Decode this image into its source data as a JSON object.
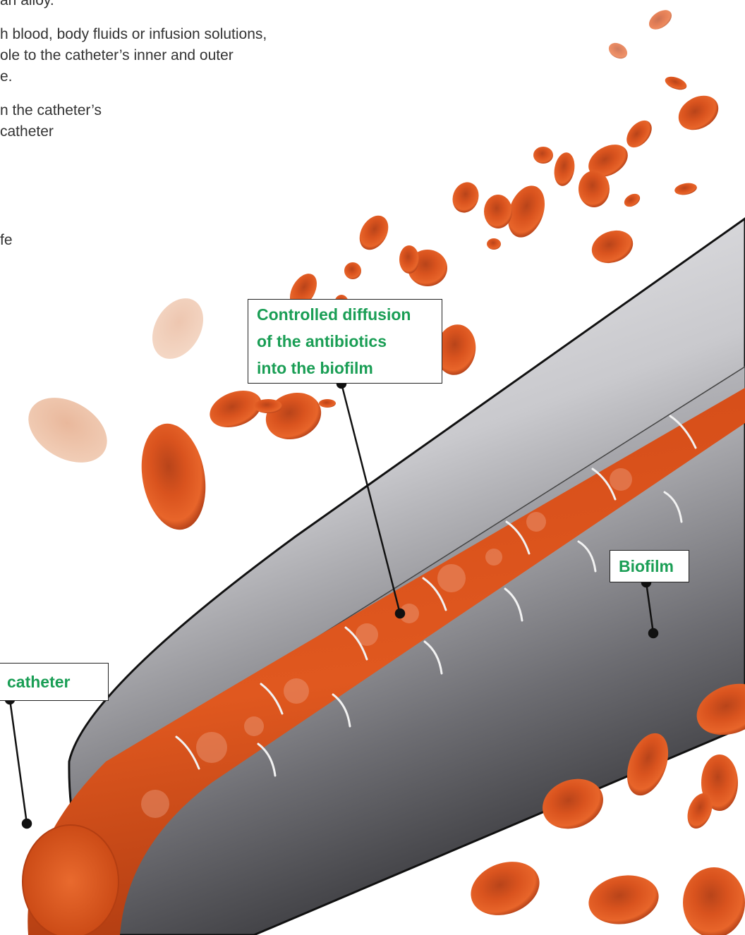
{
  "body_text": [
    [
      "an alloy."
    ],
    [
      "h blood, body fluids or infusion solutions,",
      "ole to the catheter’s inner and outer",
      "e."
    ],
    [
      "n the catheter’s",
      "catheter"
    ],
    [
      "fe"
    ]
  ],
  "callouts": {
    "diffusion": [
      "Controlled diffusion",
      "of the antibiotics",
      "into the biofilm"
    ],
    "biofilm": [
      "Biofilm"
    ],
    "catheter": [
      "catheter"
    ]
  },
  "colors": {
    "label_text": "#1a9e55",
    "blood_cell": "#d9531e",
    "catheter_gray": "#8a8a8e",
    "leader_line": "#111111"
  }
}
